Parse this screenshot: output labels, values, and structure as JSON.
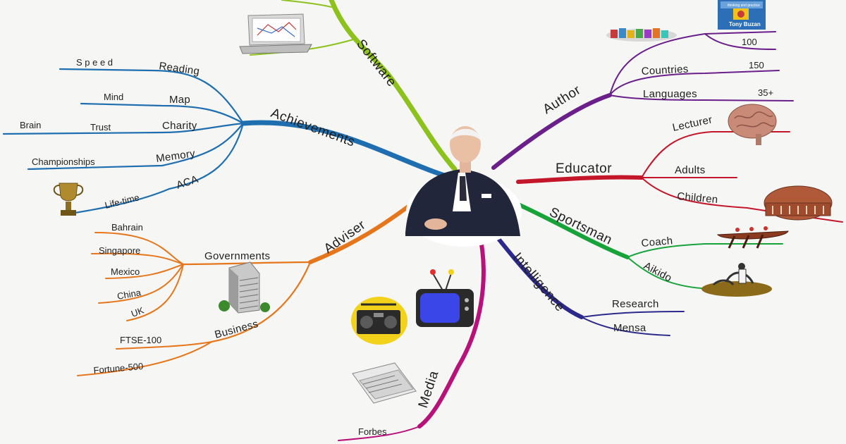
{
  "mindmap": {
    "branches": {
      "software": {
        "label": "Software",
        "color": "#8cc21b"
      },
      "achievements": {
        "label": "Achievements",
        "color": "#1f6fb0",
        "reading": "Reading",
        "speed": "S p e e d",
        "map": "Map",
        "mind": "Mind",
        "charity": "Charity",
        "trust": "Trust",
        "brain": "Brain",
        "memory": "Memory",
        "championships": "Championships",
        "aca": "ACA",
        "lifetime": "Life-time"
      },
      "adviser": {
        "label": "Adviser",
        "color": "#e5761b",
        "governments": "Governments",
        "countries": [
          "Bahrain",
          "Singapore",
          "Mexico",
          "China",
          "UK"
        ],
        "business": "Business",
        "ftse": "FTSE-100",
        "fortune": "Fortune-500"
      },
      "media": {
        "label": "Media",
        "color": "#b8127a",
        "forbes": "Forbes"
      },
      "author": {
        "label": "Author",
        "color": "#6a1f8a",
        "n100": "100",
        "countries": "Countries",
        "n150": "150",
        "languages": "Languages",
        "n35": "35+"
      },
      "educator": {
        "label": "Educator",
        "color": "#c4162a",
        "lecturer": "Lecturer",
        "adults": "Adults",
        "children": "Children"
      },
      "sportsman": {
        "label": "Sportsman",
        "color": "#17a33a",
        "coach": "Coach",
        "aikido": "Aikido"
      },
      "intelligence": {
        "label": "Intelligence",
        "color": "#2b2a8c",
        "research": "Research",
        "mensa": "Mensa"
      }
    },
    "book": {
      "title": "Tony Buzan",
      "subtitle": "thinking and practice"
    }
  }
}
